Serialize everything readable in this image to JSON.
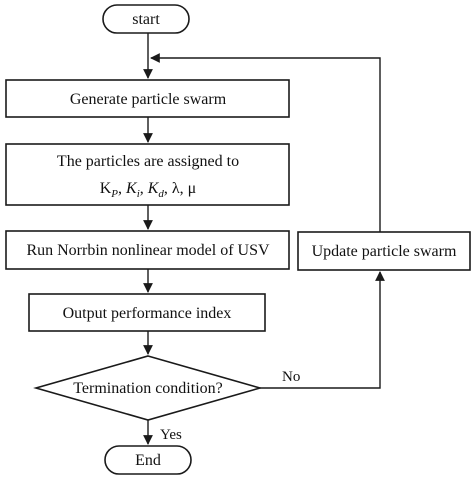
{
  "nodes": {
    "start": "start",
    "generate": "Generate particle swarm",
    "assign": {
      "line1": "The particles are assigned to",
      "kp_base": "K",
      "kp_sub": "P",
      "ki_base": "K",
      "ki_sub": "i",
      "kd_base": "K",
      "kd_sub": "d",
      "rest": "λ, μ",
      "sep": ", "
    },
    "run_model": "Run Norrbin nonlinear model of USV",
    "output_index": "Output performance index",
    "termination": "Termination condition?",
    "update": "Update particle swarm",
    "end": "End"
  },
  "edge_labels": {
    "no": "No",
    "yes": "Yes"
  },
  "colors": {
    "stroke": "#1a1a1a",
    "fill": "#ffffff",
    "text": "#111111"
  }
}
